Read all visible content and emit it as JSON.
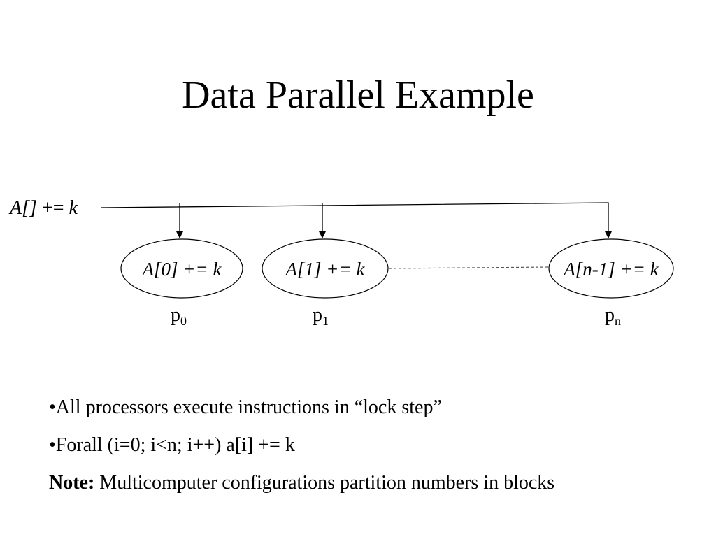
{
  "slide": {
    "title": "Data Parallel Example"
  },
  "diagram": {
    "source_label": {
      "name": "A",
      "brackets": "[]",
      "op": " += ",
      "var": "k"
    },
    "processors": [
      {
        "expr_pre": "A[0] += ",
        "expr_var": "k",
        "label": "p",
        "sub": "0"
      },
      {
        "expr_pre": "A[1] += ",
        "expr_var": "k",
        "label": "p",
        "sub": "1"
      },
      {
        "expr_pre": "A[n-1] += ",
        "expr_var": "k",
        "label": "p",
        "sub": "n"
      }
    ]
  },
  "bullets": [
    {
      "text": "•All processors execute instructions in “lock step”"
    },
    {
      "text": "•Forall (i=0; i<n; i++) a[i] += k"
    }
  ],
  "note": {
    "label": "Note:",
    "text": " Multicomputer configurations partition numbers in blocks"
  },
  "colors": {
    "foreground": "#000000",
    "background": "#ffffff",
    "dashed_link": "#555555"
  }
}
